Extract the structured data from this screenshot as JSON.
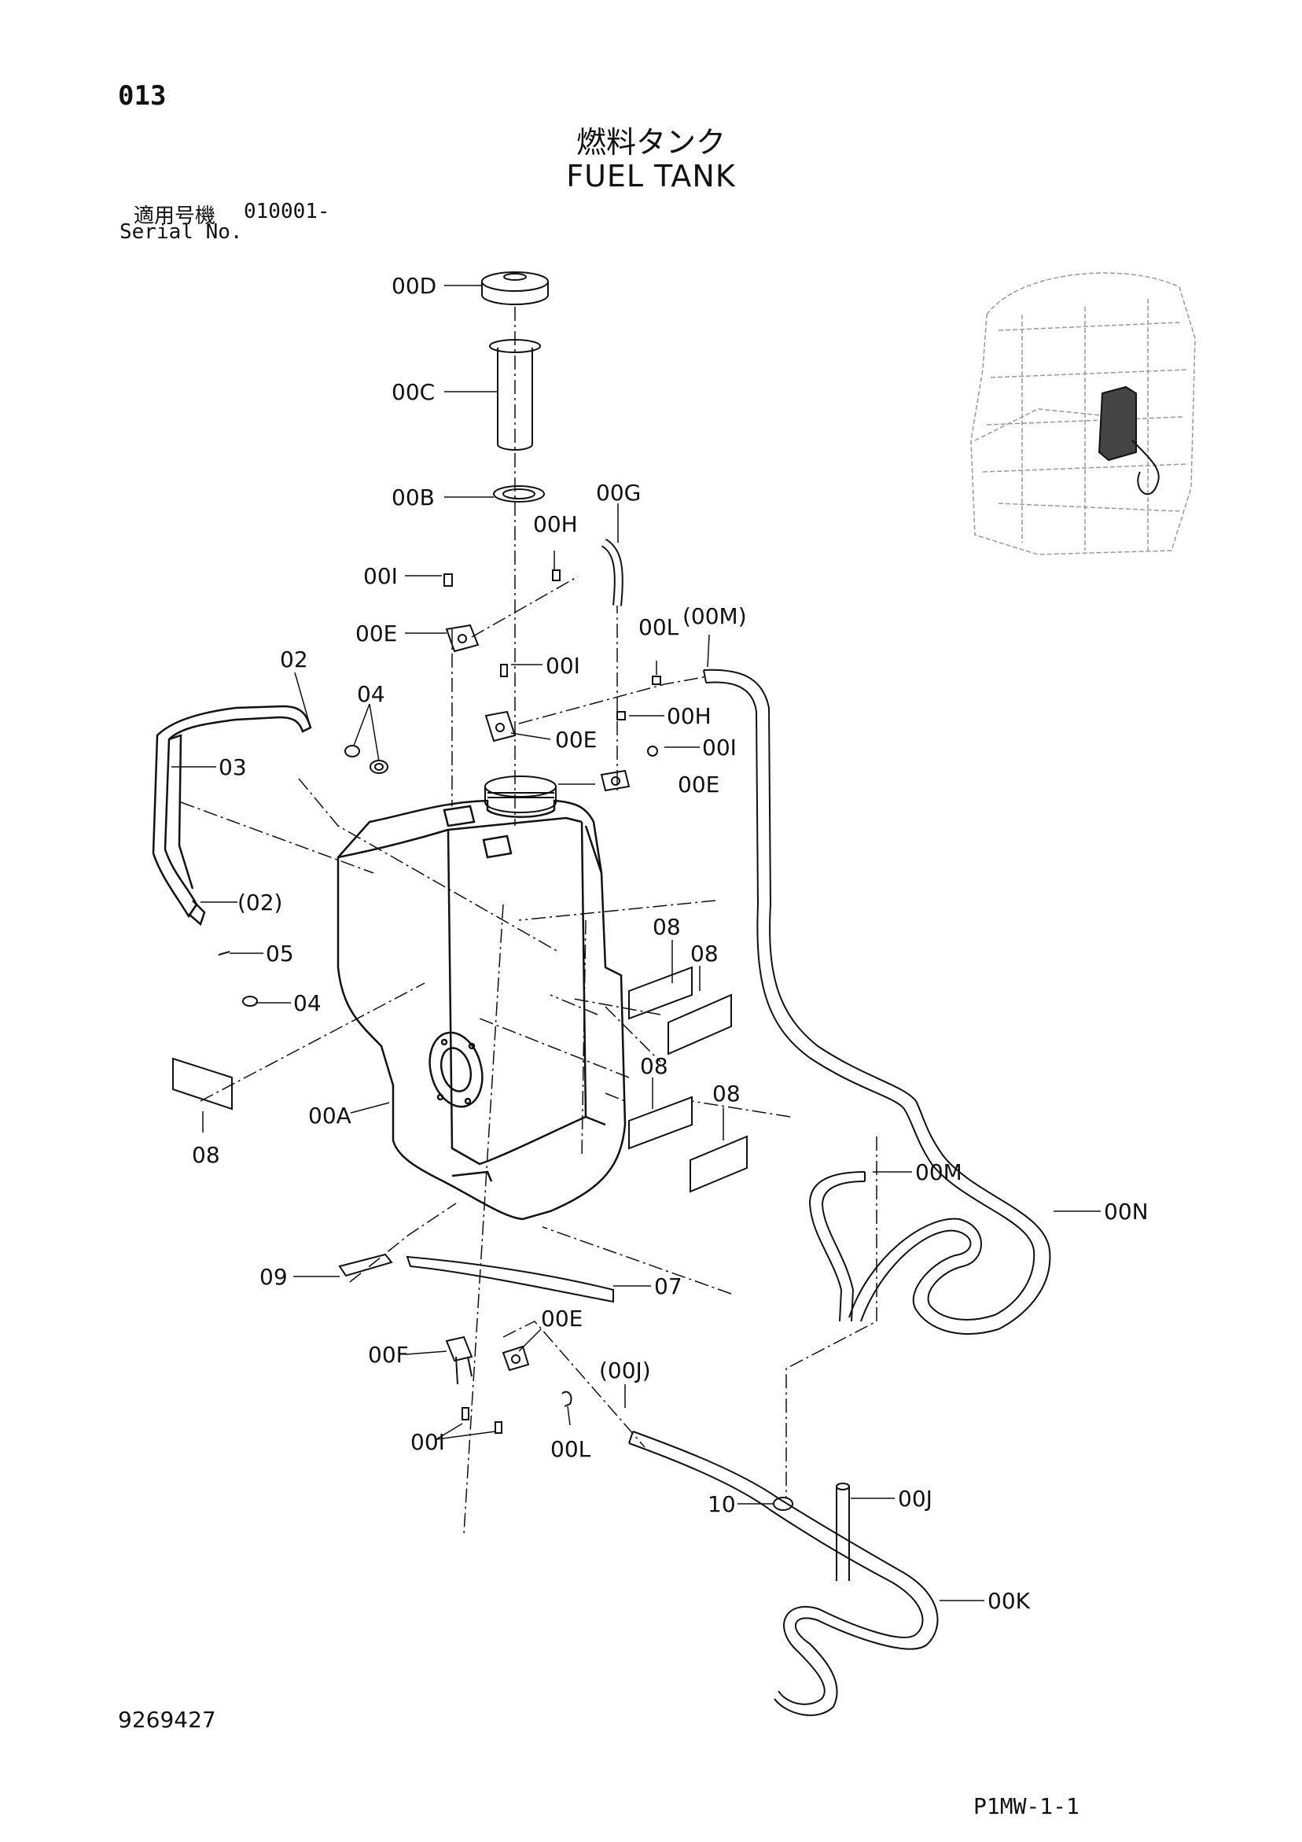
{
  "header": {
    "page_number": "013",
    "title_ja": "燃料タンク",
    "title_en": "FUEL TANK",
    "serial_label_ja": "適用号機",
    "serial_value": "010001-",
    "serial_label_en": "Serial No."
  },
  "footer": {
    "doc_number": "9269427",
    "page_code": "P1MW-1-1"
  },
  "callouts": {
    "c00D": "00D",
    "c00C": "00C",
    "c00B": "00B",
    "c00G": "00G",
    "c00H_a": "00H",
    "c00I_a": "00I",
    "c00E_a": "00E",
    "c00L_a": "00L",
    "c00M_a": "(00M)",
    "c02_a": "02",
    "c04_a": "04",
    "c00I_b": "00I",
    "c00H_b": "00H",
    "c03": "03",
    "c00E_b": "00E",
    "c00I_c": "00I",
    "c00E_c": "00E",
    "c02_b": "(02)",
    "c05": "05",
    "c04_b": "04",
    "c08_a": "08",
    "c08_b": "08",
    "c08_c": "08",
    "c08_d": "08",
    "c08_e": "08",
    "c00A": "00A",
    "c00M_b": "00M",
    "c00N": "00N",
    "c09": "09",
    "c07": "07",
    "c00E_d": "00E",
    "c00F": "00F",
    "c00J_a": "(00J)",
    "c00I_d": "00I",
    "c00L_b": "00L",
    "c10": "10",
    "c00J_b": "00J",
    "c00K": "00K"
  }
}
